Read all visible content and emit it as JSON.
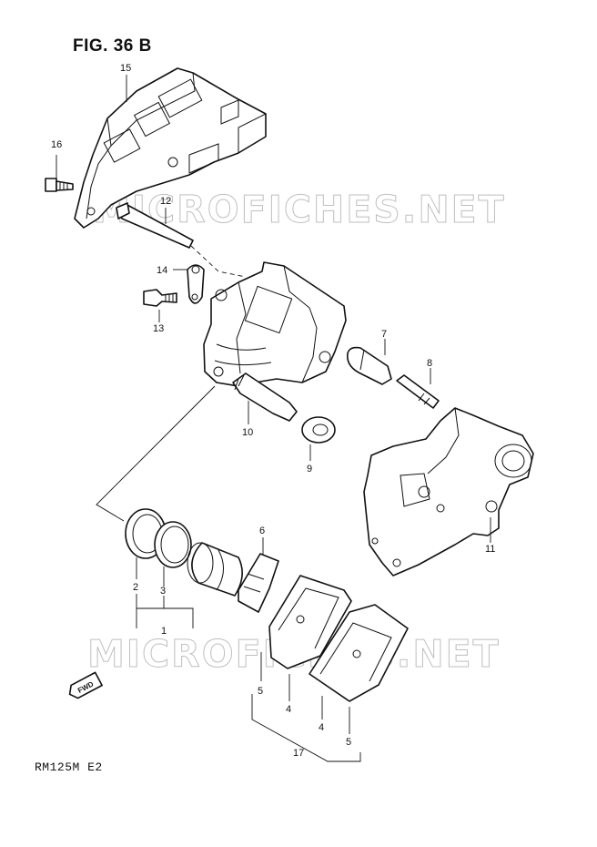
{
  "figure": {
    "title": "FIG. 36 B",
    "model_code": "RM125M  E2"
  },
  "watermarks": [
    "MICROFICHES.NET",
    "MICROFICHES.NET"
  ],
  "fwd_label": "FWD",
  "callouts": {
    "c1": "1",
    "c2": "2",
    "c3": "3",
    "c4a": "4",
    "c4b": "4",
    "c5a": "5",
    "c5b": "5",
    "c6": "6",
    "c7": "7",
    "c8": "8",
    "c9": "9",
    "c10": "10",
    "c11": "11",
    "c12": "12",
    "c13": "13",
    "c14": "14",
    "c15": "15",
    "c16": "16",
    "c17": "17"
  }
}
